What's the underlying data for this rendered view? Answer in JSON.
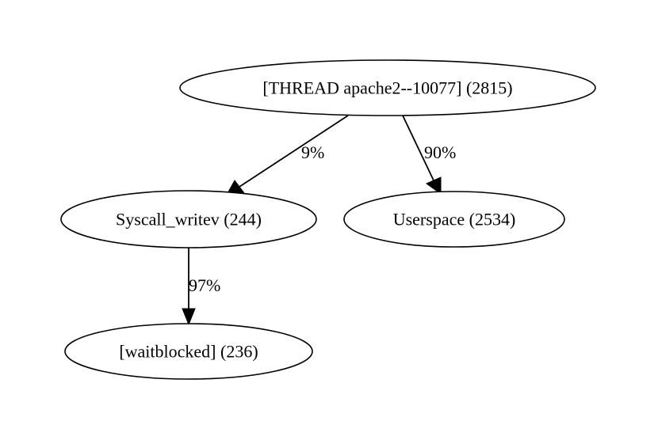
{
  "graph": {
    "nodes": [
      {
        "id": "thread",
        "label": "[THREAD apache2--10077] (2815)"
      },
      {
        "id": "syscall",
        "label": "Syscall_writev (244)"
      },
      {
        "id": "userspace",
        "label": "Userspace (2534)"
      },
      {
        "id": "waitblocked",
        "label": "[waitblocked] (236)"
      }
    ],
    "edges": [
      {
        "from": "thread",
        "to": "syscall",
        "label": "9%"
      },
      {
        "from": "thread",
        "to": "userspace",
        "label": "90%"
      },
      {
        "from": "syscall",
        "to": "waitblocked",
        "label": "97%"
      }
    ]
  }
}
